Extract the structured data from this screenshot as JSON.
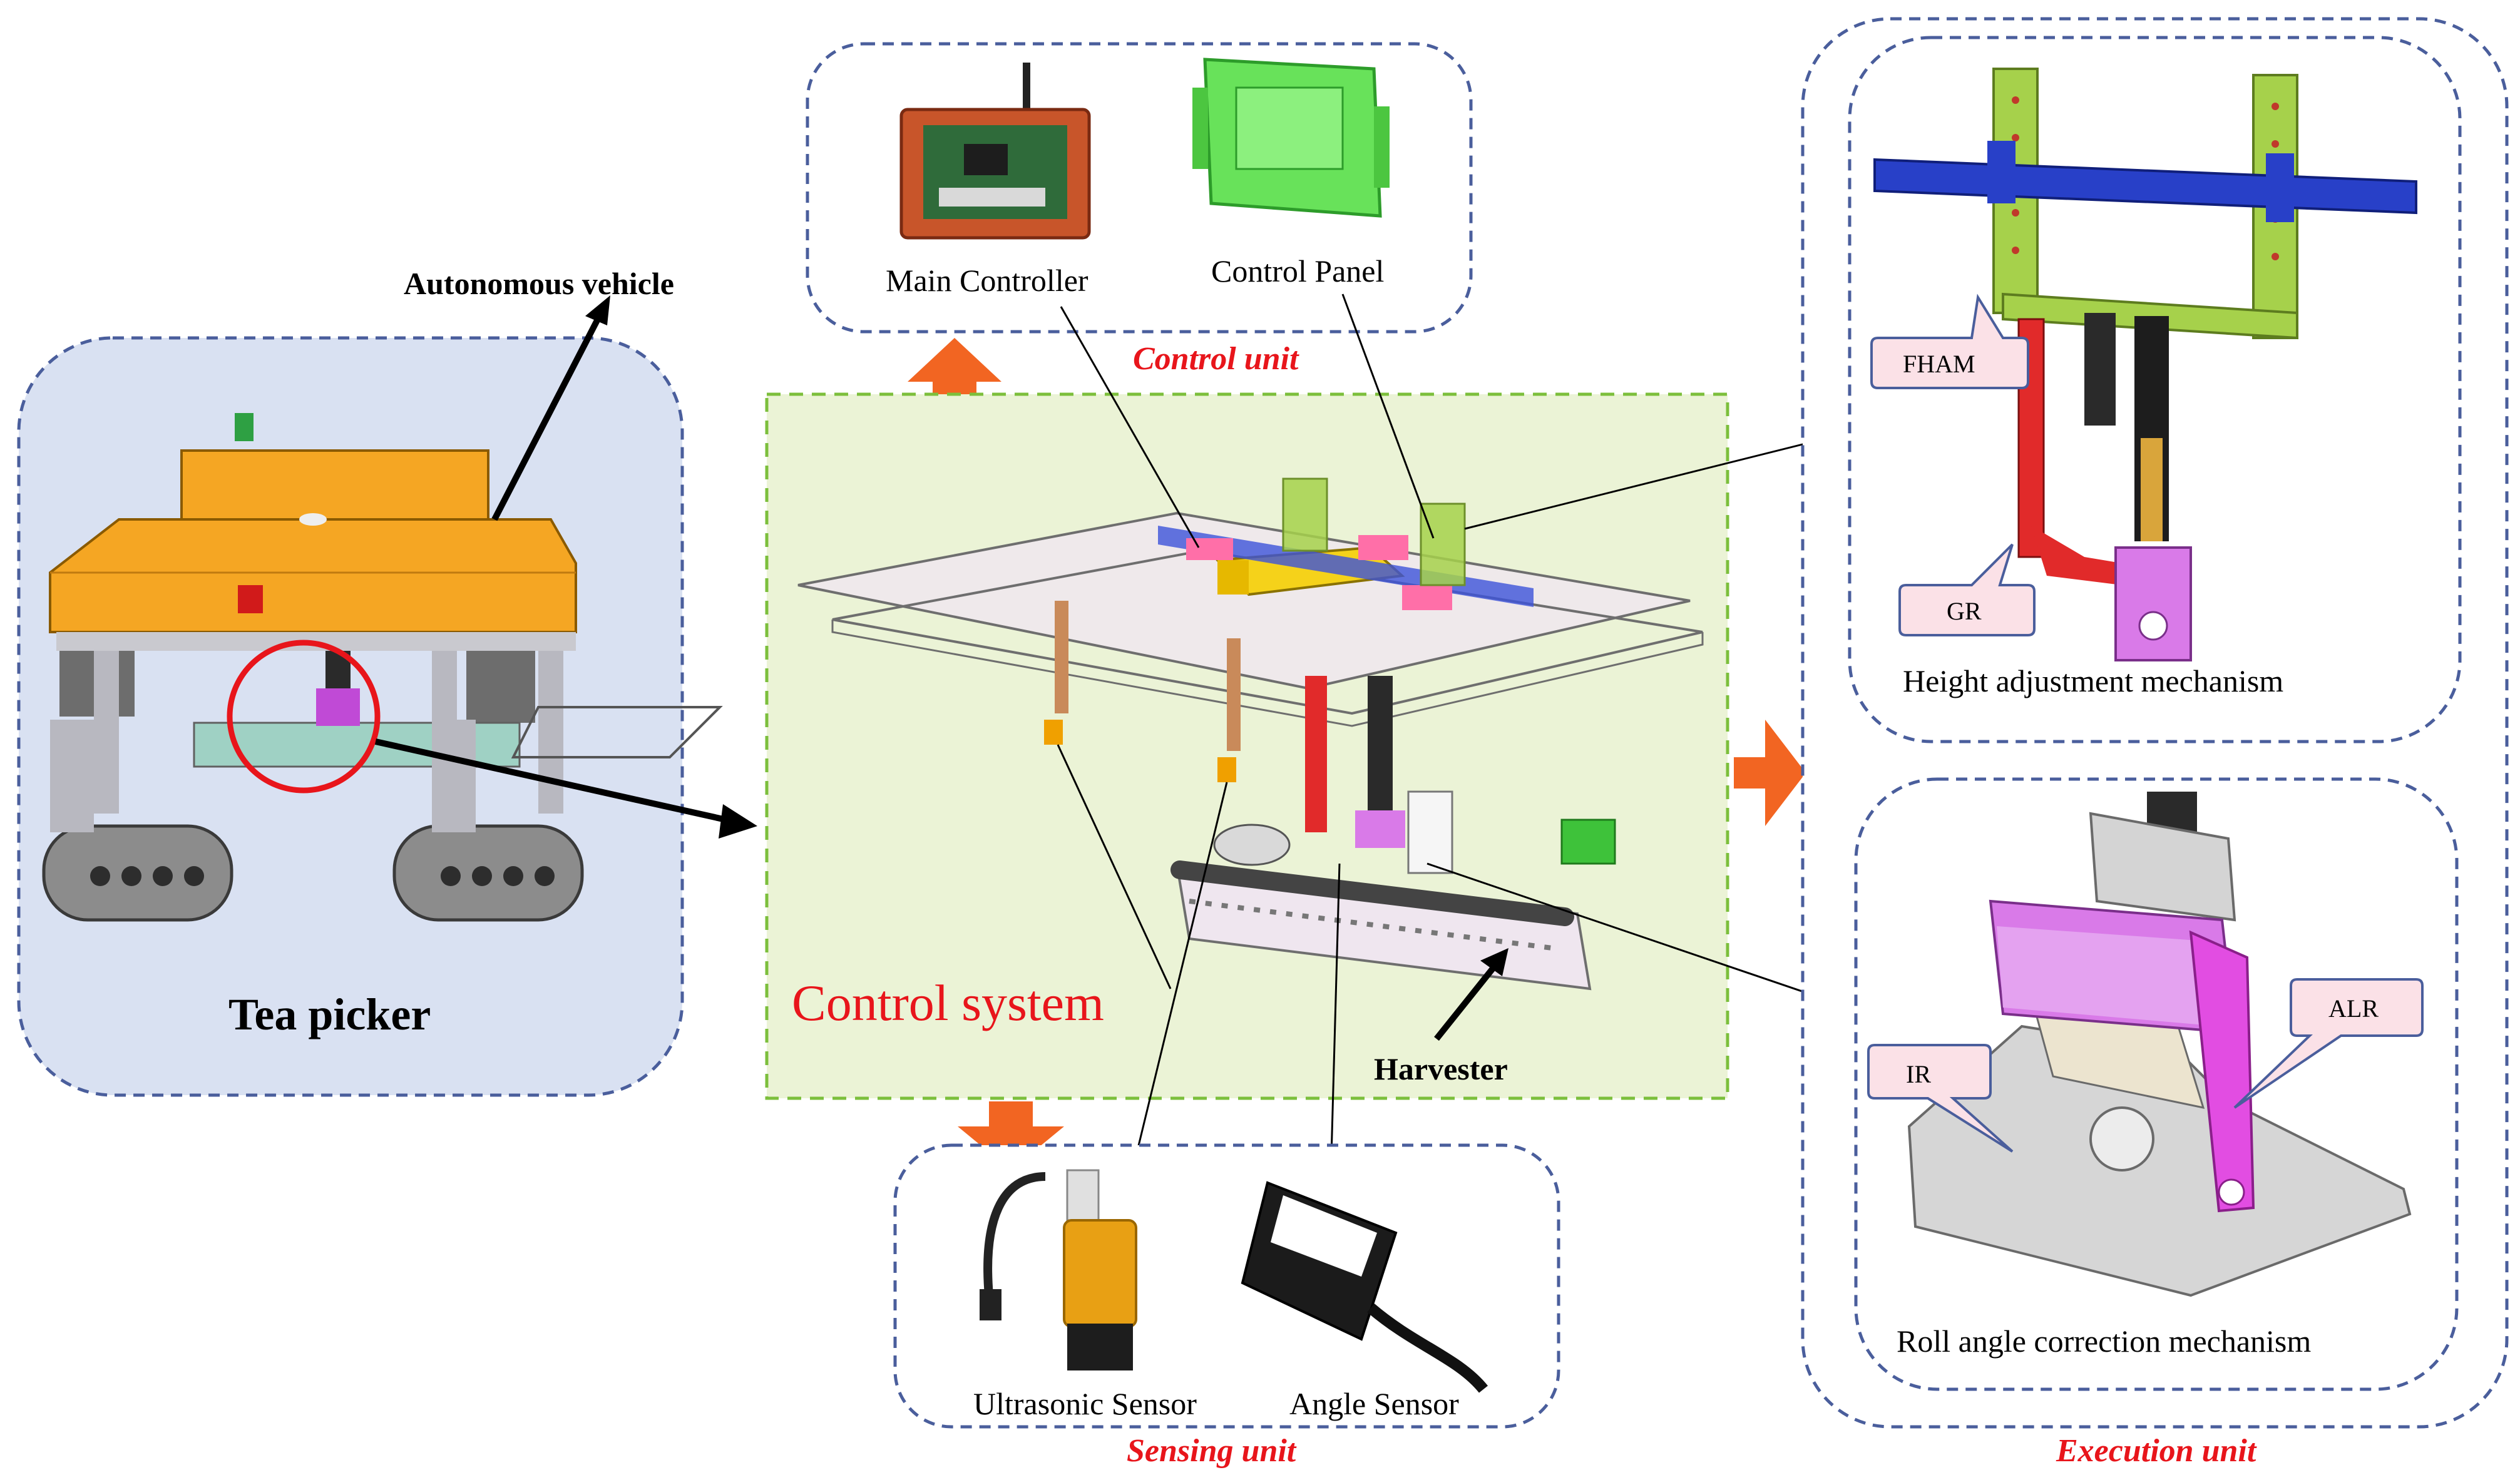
{
  "labels": {
    "autonomous_vehicle": "Autonomous vehicle",
    "tea_picker": "Tea picker",
    "main_controller": "Main Controller",
    "control_panel": "Control Panel",
    "control_unit": "Control unit",
    "control_system": "Control system",
    "harvester": "Harvester",
    "ultrasonic_sensor": "Ultrasonic Sensor",
    "angle_sensor": "Angle Sensor",
    "sensing_unit": "Sensing unit",
    "height_adjustment": "Height adjustment mechanism",
    "roll_angle": "Roll angle correction mechanism",
    "execution_unit": "Execution unit",
    "fham": "FHAM",
    "gr": "GR",
    "ir": "IR",
    "alr": "ALR"
  },
  "colors": {
    "box_dash": "#4a5e9c",
    "tea_picker_fill": "#d9e1f2",
    "control_system_fill": "#ebf3d6",
    "control_system_dash": "#7cbf3c",
    "arrow_orange": "#f26522",
    "unit_label_red": "#e8151b",
    "callout_fill": "#fbe1e7",
    "callout_stroke": "#4a5e9c",
    "vehicle_orange": "#f5a623",
    "frame_green": "#a6d14b",
    "bar_blue": "#2840c8",
    "part_magenta": "#d97ae8",
    "part_red": "#e12a2a"
  }
}
